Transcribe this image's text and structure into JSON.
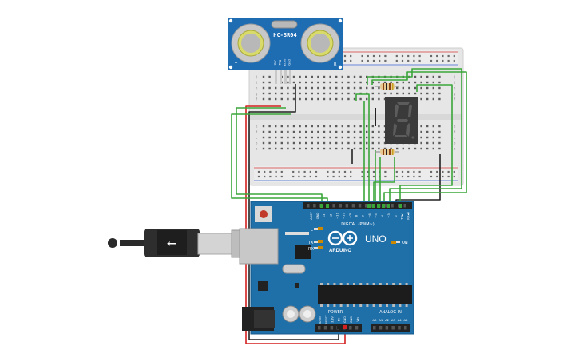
{
  "sensor": {
    "model": "HC-SR04",
    "pin_labels": [
      "Vcc",
      "Trig",
      "Echo",
      "Gnd"
    ],
    "left_mark": "T",
    "right_mark": "R"
  },
  "arduino": {
    "logo_text": "ARDUINO",
    "model": "UNO",
    "digital_label": "DIGITAL (PWM~)",
    "power_label": "POWER",
    "analog_label": "ANALOG IN",
    "on_label": "ON",
    "l_label": "L",
    "tx_label": "TX",
    "rx_label": "RX",
    "aref_label": "AREF",
    "gnd_label": "GND",
    "top_pins": [
      "13",
      "12",
      "~11",
      "~10",
      "~9",
      "8",
      "7",
      "~6",
      "~5",
      "4",
      "~3",
      "2",
      "TX▸1",
      "RX◂0"
    ],
    "power_pins": [
      "IOREF",
      "RESET",
      "3.3V",
      "5V",
      "GND",
      "GND",
      "Vin"
    ],
    "analog_pins": [
      "A0",
      "A1",
      "A2",
      "A3",
      "A4",
      "A5"
    ]
  },
  "breadboard": {
    "row_letters_top": [
      "j",
      "i",
      "h",
      "g",
      "f"
    ],
    "row_letters_bottom": [
      "e",
      "d",
      "c",
      "b",
      "a"
    ],
    "column_count": 30
  },
  "display": {
    "digit": "8"
  },
  "colors": {
    "wire_green": "#3aa63a",
    "wire_red": "#d42020",
    "wire_black": "#222222",
    "board_blue": "#1f6fa8",
    "sensor_blue": "#1e6db3"
  }
}
